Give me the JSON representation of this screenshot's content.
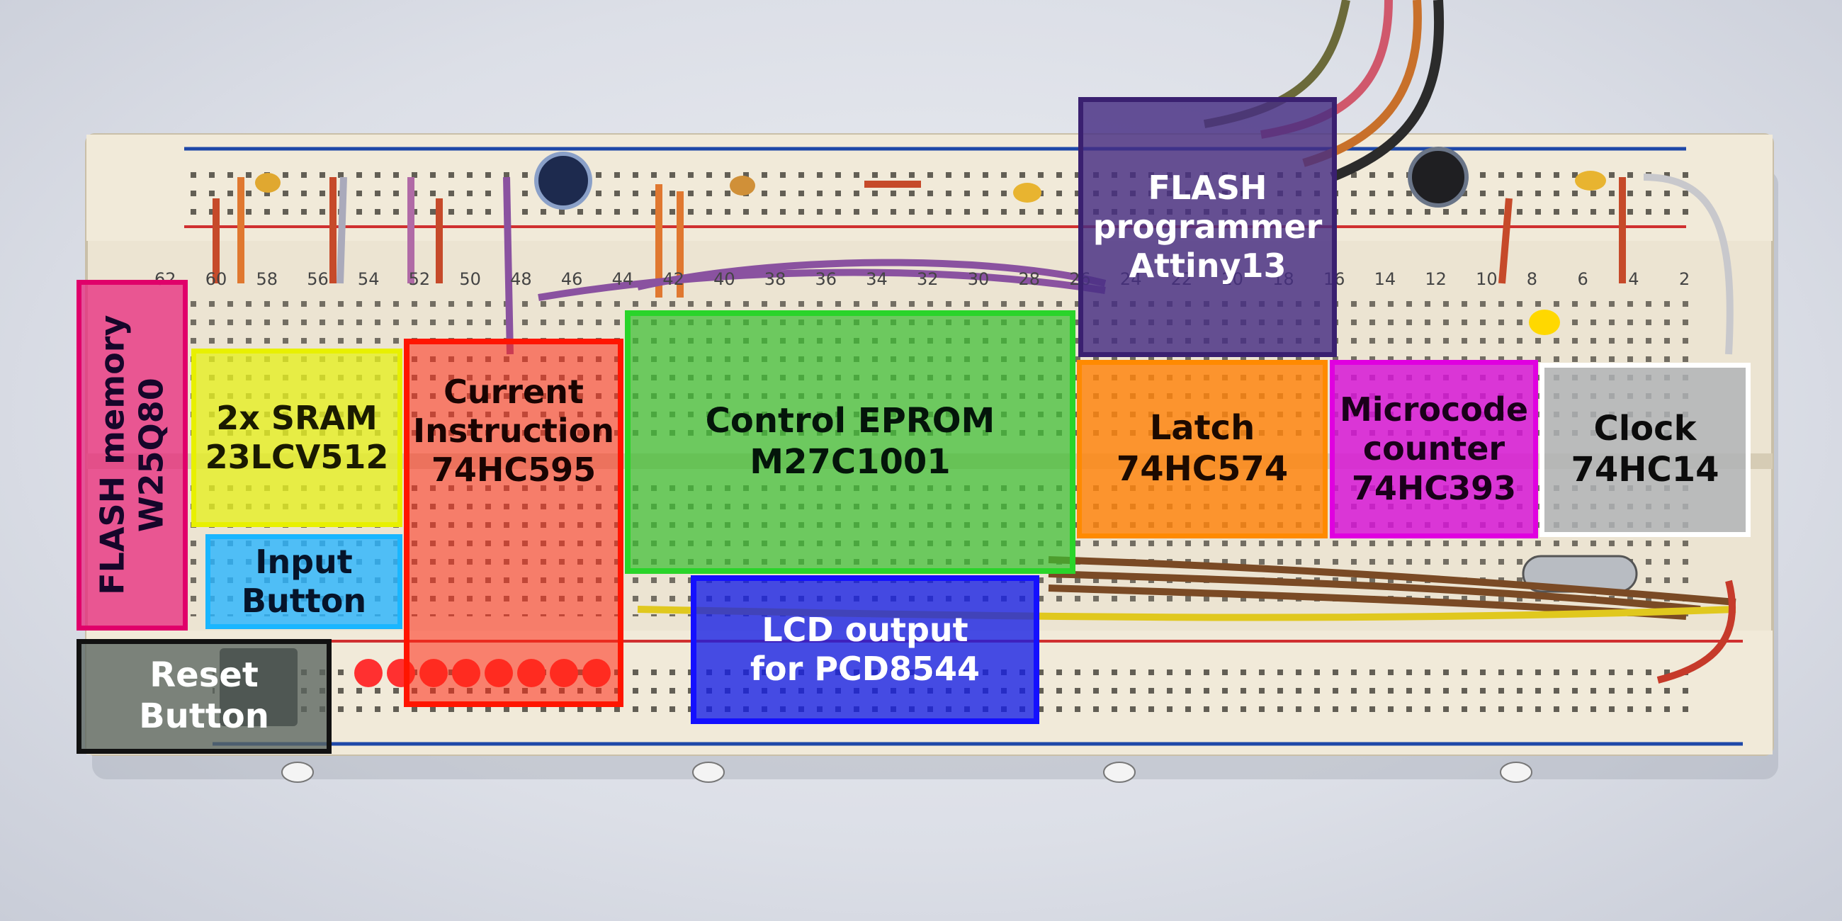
{
  "labels": {
    "flash_memory": {
      "line1": "FLASH memory",
      "line2": "W25Q80",
      "color": "#e0006a"
    },
    "sram": {
      "line1": "2x SRAM",
      "line2": "23LCV512",
      "color": "#e8f000"
    },
    "input_button": {
      "line1": "Input",
      "line2": "Button",
      "color": "#1ab6ff"
    },
    "reset_button": {
      "line1": "Reset",
      "line2": "Button",
      "color": "#111111"
    },
    "current_instruction": {
      "line1": "Current",
      "line2": "Instruction",
      "line3": "74HC595",
      "color": "#ff1500"
    },
    "control_eprom": {
      "line1": "Control EPROM",
      "line2": "M27C1001",
      "color": "#2ad42a"
    },
    "lcd_output": {
      "line1": "LCD output",
      "line2": "for PCD8544",
      "color": "#1410ff"
    },
    "flash_programmer": {
      "line1": "FLASH",
      "line2": "programmer",
      "line3": "Attiny13",
      "color": "#3a2070"
    },
    "latch": {
      "line1": "Latch",
      "line2": "74HC574",
      "color": "#ff8a00"
    },
    "microcode_counter": {
      "line1": "Microcode",
      "line2": "counter",
      "line3": "74HC393",
      "color": "#e000e0"
    },
    "clock": {
      "line1": "Clock",
      "line2": "74HC14",
      "color": "#ffffff"
    }
  },
  "breadboard_numbers": [
    "62",
    "60",
    "58",
    "56",
    "54",
    "52",
    "50",
    "48",
    "46",
    "44",
    "42",
    "40",
    "38",
    "36",
    "34",
    "32",
    "30",
    "28",
    "26",
    "24",
    "22",
    "20",
    "18",
    "16",
    "14",
    "12",
    "10",
    "8",
    "6",
    "4",
    "2"
  ]
}
